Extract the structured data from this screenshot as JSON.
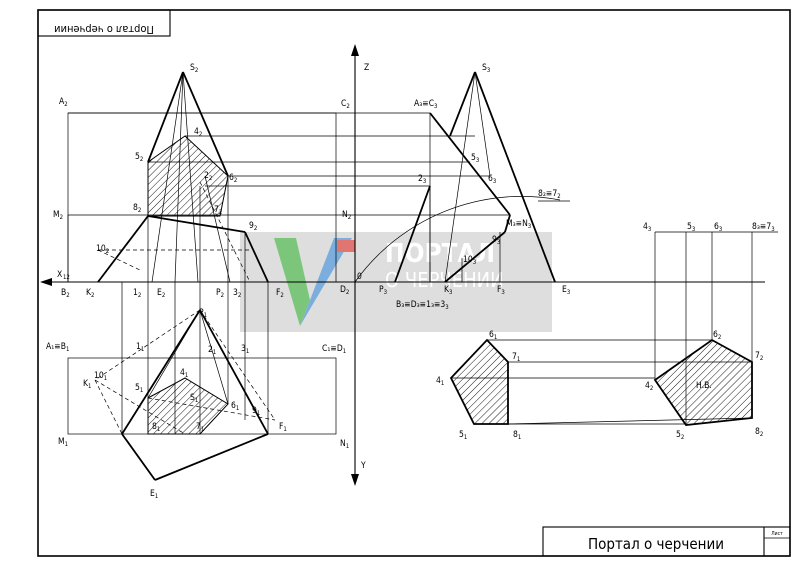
{
  "sheet": {
    "title_block_text": "Портал о черчении",
    "corner_stamp_text": "Портал о черчении",
    "sheet_label": "Лист"
  },
  "watermark": {
    "text_line1": "ПОРТАЛ",
    "text_line2": "О ЧЕРЧЕНИИ",
    "logo_green": "#5cb85c",
    "logo_blue": "#5b9bd5",
    "logo_red": "#d9534f"
  },
  "axes": {
    "z": "Z",
    "y": "Y",
    "x12": "X",
    "x12_sub": "12",
    "origin": "0"
  },
  "labels": {
    "S2": {
      "t": "S",
      "s": "2"
    },
    "A2": {
      "t": "A",
      "s": "2"
    },
    "C2": {
      "t": "C",
      "s": "2"
    },
    "4_2": {
      "t": "4",
      "s": "2"
    },
    "5_2": {
      "t": "5",
      "s": "2"
    },
    "2_2": {
      "t": "2",
      "s": "2"
    },
    "6_2": {
      "t": "6",
      "s": "2"
    },
    "8_2": {
      "t": "8",
      "s": "2"
    },
    "7_2": {
      "t": "7",
      "s": "2"
    },
    "M2": {
      "t": "M",
      "s": "2"
    },
    "N2": {
      "t": "N",
      "s": "2"
    },
    "9_2": {
      "t": "9",
      "s": "2"
    },
    "10_2": {
      "t": "10",
      "s": "2"
    },
    "B2": {
      "t": "B",
      "s": "2"
    },
    "K2": {
      "t": "K",
      "s": "2"
    },
    "1_2": {
      "t": "1",
      "s": "2"
    },
    "E2": {
      "t": "E",
      "s": "2"
    },
    "P2": {
      "t": "P",
      "s": "2"
    },
    "3_2": {
      "t": "3",
      "s": "2"
    },
    "F2": {
      "t": "F",
      "s": "2"
    },
    "D2": {
      "t": "D",
      "s": "2"
    },
    "S3": {
      "t": "S",
      "s": "3"
    },
    "A3C3": {
      "t": "A₃≡C",
      "s": "3"
    },
    "5_3": {
      "t": "5",
      "s": "3"
    },
    "6_3": {
      "t": "6",
      "s": "3"
    },
    "2_3": {
      "t": "2",
      "s": "3"
    },
    "8_2_7_2": {
      "t": "8₂≡7",
      "s": "2"
    },
    "M3N3": {
      "t": "M₃≡N",
      "s": "3"
    },
    "9_3": {
      "t": "9",
      "s": "3"
    },
    "10_3": {
      "t": "10",
      "s": "3"
    },
    "P3": {
      "t": "P",
      "s": "3"
    },
    "K3": {
      "t": "K",
      "s": "3"
    },
    "F3": {
      "t": "F",
      "s": "3"
    },
    "E3": {
      "t": "E",
      "s": "3"
    },
    "B3D3": {
      "t": "B₃≡D₃≡1₃≡3",
      "s": "3"
    },
    "P1": {
      "t": "P",
      "s": "1"
    },
    "A1B1": {
      "t": "A₁≡B",
      "s": "1"
    },
    "1_1": {
      "t": "1",
      "s": "1"
    },
    "2_1": {
      "t": "2",
      "s": "1"
    },
    "3_1": {
      "t": "3",
      "s": "1"
    },
    "C1D1": {
      "t": "C₁≡D",
      "s": "1"
    },
    "K1": {
      "t": "K",
      "s": "1"
    },
    "10_1": {
      "t": "10",
      "s": "1"
    },
    "5_1": {
      "t": "5",
      "s": "1"
    },
    "4_1": {
      "t": "4",
      "s": "1"
    },
    "S1": {
      "t": "S",
      "s": "1"
    },
    "6_1": {
      "t": "6",
      "s": "1"
    },
    "9_1": {
      "t": "9",
      "s": "1"
    },
    "F1": {
      "t": "F",
      "s": "1"
    },
    "M1": {
      "t": "M",
      "s": "1"
    },
    "8_1": {
      "t": "8",
      "s": "1"
    },
    "7_1": {
      "t": "7",
      "s": "1"
    },
    "N1": {
      "t": "N",
      "s": "1"
    },
    "E1": {
      "t": "E",
      "s": "1"
    },
    "r4_3": {
      "t": "4",
      "s": "3"
    },
    "r5_3": {
      "t": "5",
      "s": "3"
    },
    "r6_3": {
      "t": "6",
      "s": "3"
    },
    "r8_7": {
      "t": "8₃≡7",
      "s": "3"
    },
    "r6_1": {
      "t": "6",
      "s": "1"
    },
    "r7_1": {
      "t": "7",
      "s": "1"
    },
    "r4_1": {
      "t": "4",
      "s": "1"
    },
    "r5_1": {
      "t": "5",
      "s": "1"
    },
    "r8_1": {
      "t": "8",
      "s": "1"
    },
    "r6_2": {
      "t": "6",
      "s": "2"
    },
    "r7_2": {
      "t": "7",
      "s": "2"
    },
    "r4_2": {
      "t": "4",
      "s": "2"
    },
    "r5_2": {
      "t": "5",
      "s": "2"
    },
    "r8_2": {
      "t": "8",
      "s": "2"
    },
    "HB": {
      "t": "Н.В.",
      "s": ""
    }
  }
}
